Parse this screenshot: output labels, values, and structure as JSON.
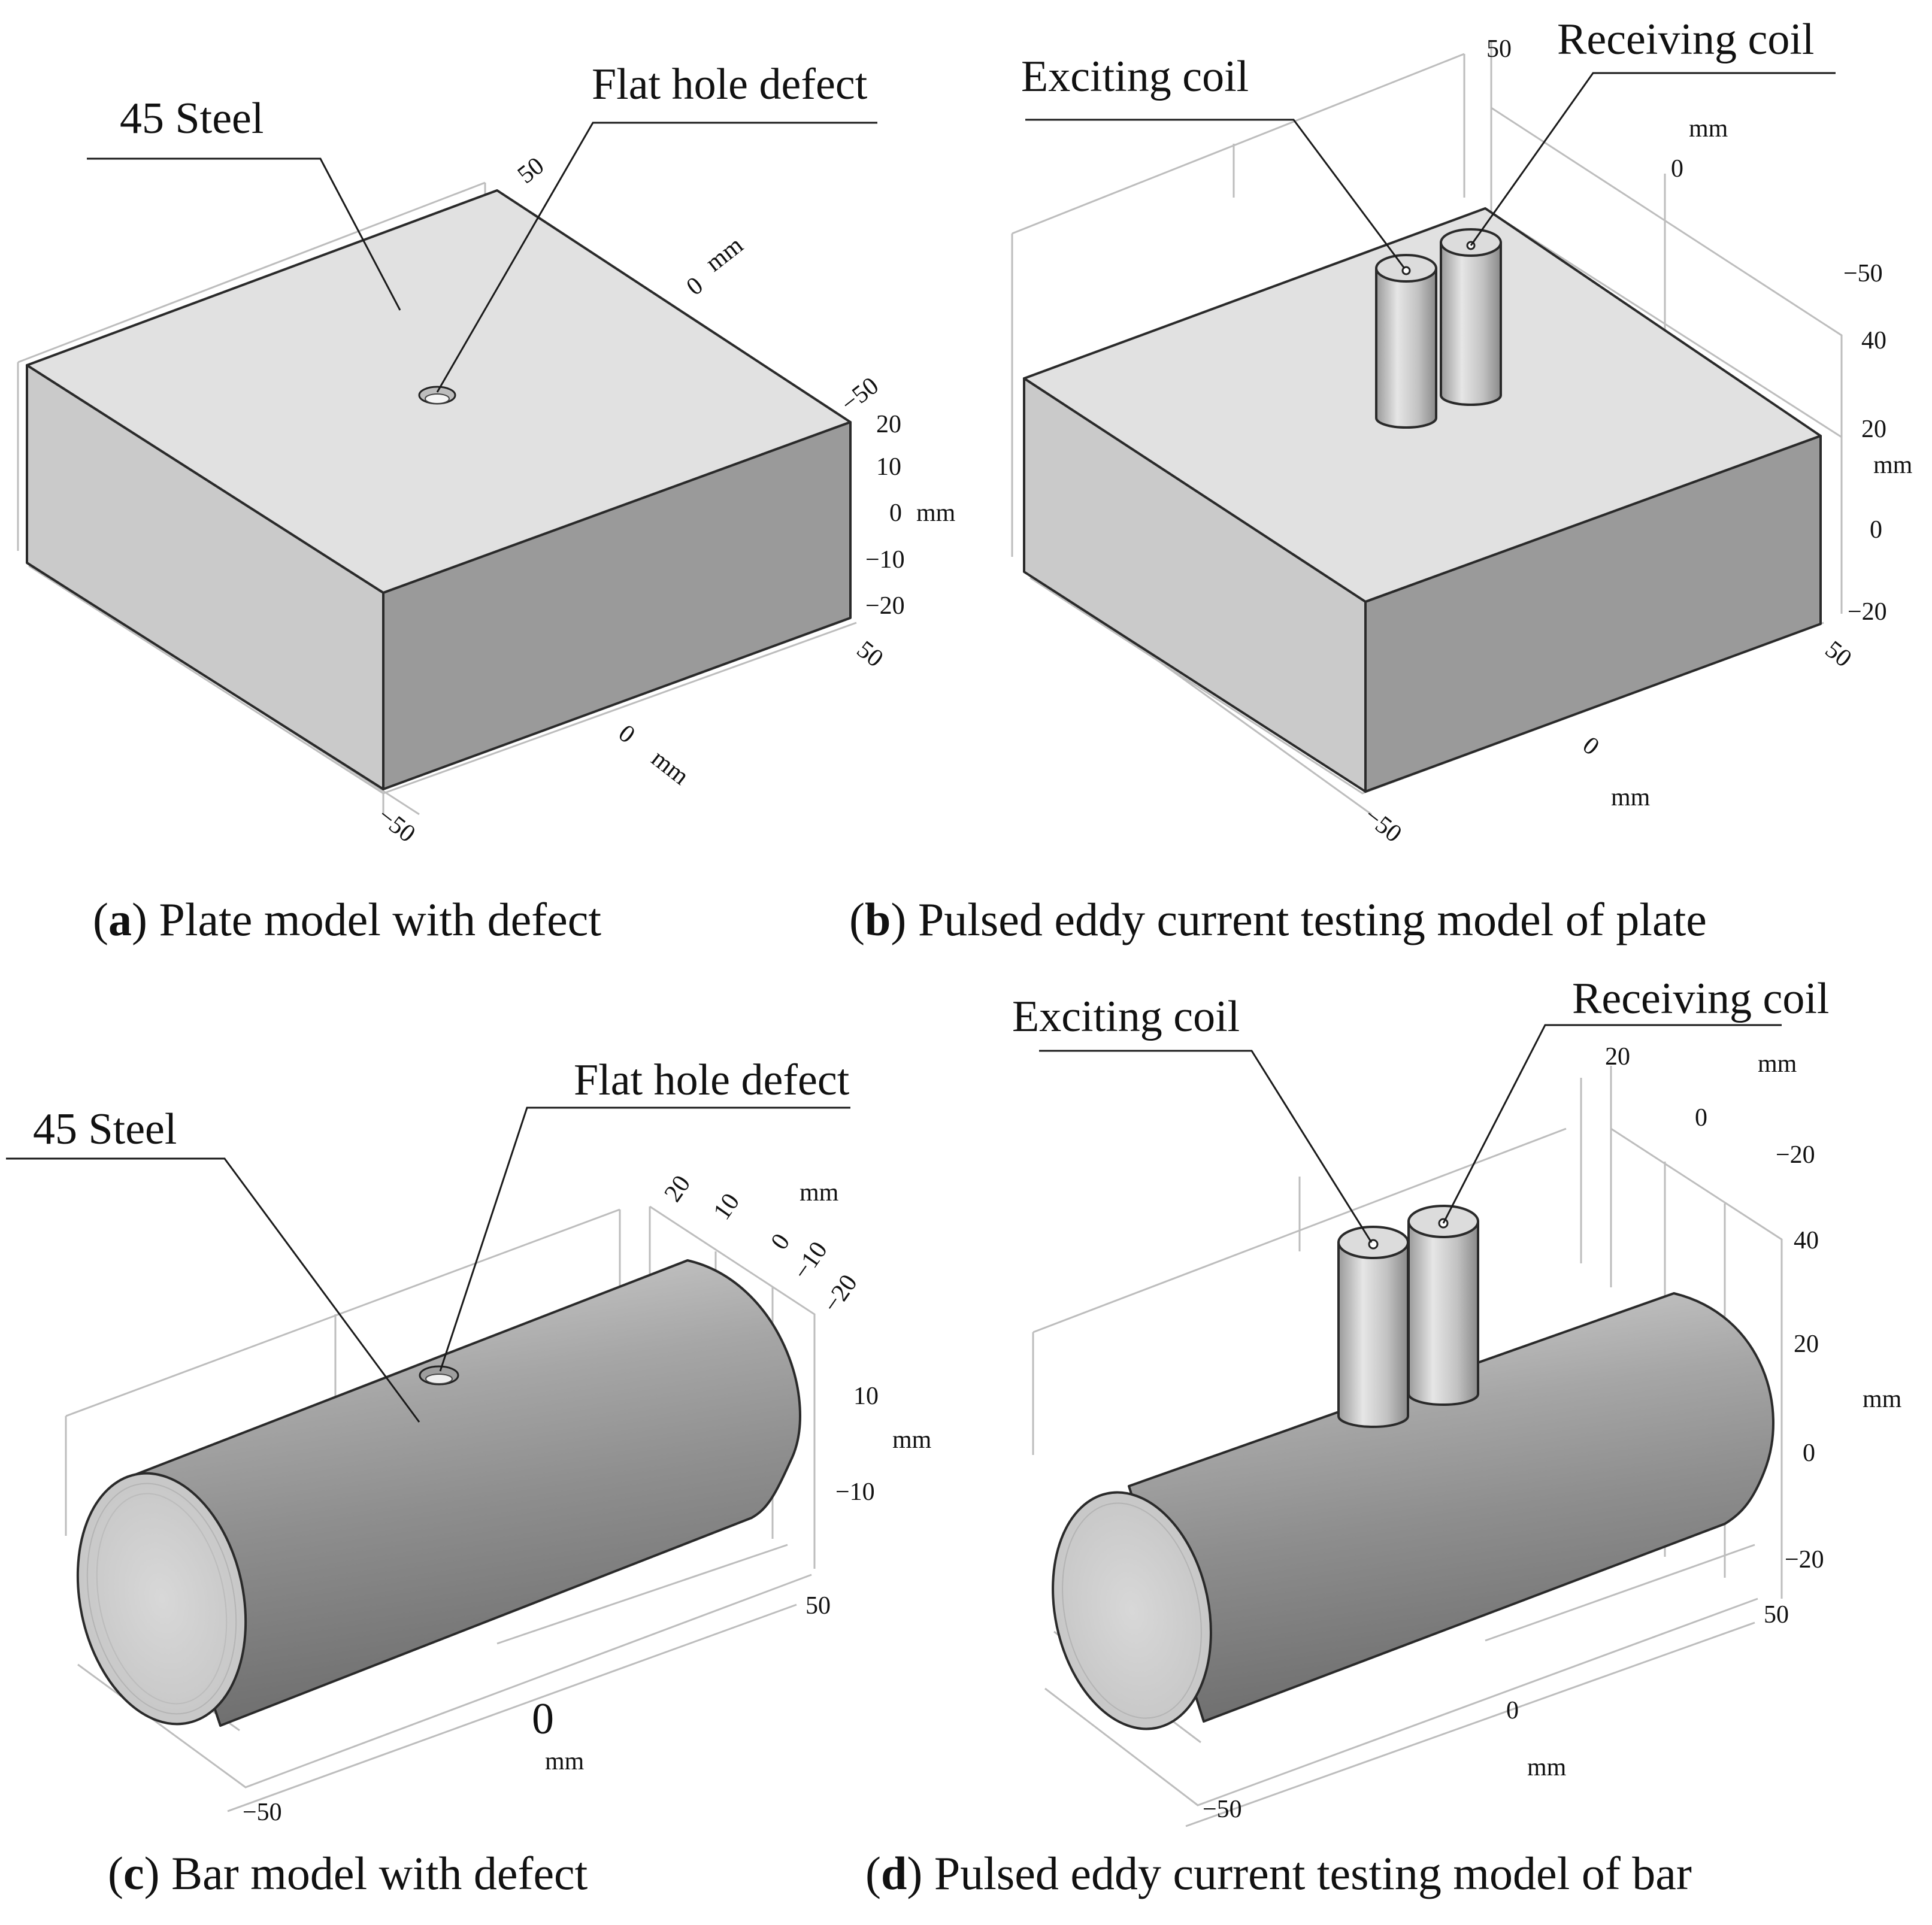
{
  "figure": {
    "panels": [
      {
        "id": "a",
        "caption_letter": "a",
        "caption_text": "Plate model with defect",
        "callouts": {
          "material": "45 Steel",
          "defect": "Flat hole defect"
        },
        "ticks": {
          "x": [
            "50",
            "0",
            "−50"
          ],
          "y": [
            "50",
            "0",
            "−50"
          ],
          "z": [
            "20",
            "10",
            "0",
            "−10",
            "−20"
          ],
          "unit": "mm"
        }
      },
      {
        "id": "b",
        "caption_letter": "b",
        "caption_text": "Pulsed eddy current testing model of plate",
        "callouts": {
          "exciting": "Exciting coil",
          "receiving": "Receiving coil"
        },
        "ticks": {
          "x": [
            "50",
            "0",
            "−50"
          ],
          "y": [
            "50",
            "0",
            "−50"
          ],
          "z": [
            "40",
            "20",
            "0",
            "−20"
          ],
          "unit": "mm"
        }
      },
      {
        "id": "c",
        "caption_letter": "c",
        "caption_text": "Bar model with defect",
        "callouts": {
          "material": "45 Steel",
          "defect": "Flat hole defect"
        },
        "ticks": {
          "x": [
            "50",
            "0",
            "−50"
          ],
          "y": [
            "20",
            "10",
            "0",
            "−10",
            "−20"
          ],
          "z": [
            "10",
            "−10"
          ],
          "unit": "mm"
        }
      },
      {
        "id": "d",
        "caption_letter": "d",
        "caption_text": "Pulsed eddy current testing model of bar",
        "callouts": {
          "exciting": "Exciting coil",
          "receiving": "Receiving coil"
        },
        "ticks": {
          "x": [
            "50",
            "0",
            "−50"
          ],
          "y": [
            "20",
            "0",
            "−20"
          ],
          "z": [
            "40",
            "20",
            "0",
            "−20"
          ],
          "unit": "mm"
        }
      }
    ]
  }
}
